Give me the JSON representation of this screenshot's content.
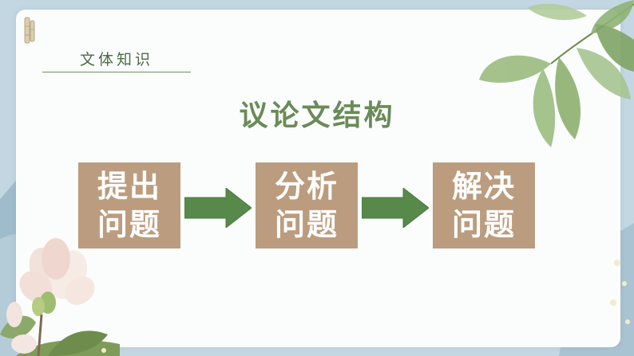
{
  "slide": {
    "section_label": "文体知识",
    "title": "议论文结构"
  },
  "steps": [
    {
      "line1": "提出",
      "line2": "问题"
    },
    {
      "line1": "分析",
      "line2": "问题"
    },
    {
      "line1": "解决",
      "line2": "问题"
    }
  ],
  "colors": {
    "step_fill": "#bb9c7e",
    "arrow_fill": "#56894a",
    "title_text": "#6a8b57",
    "card_background": "#fbfdfd"
  },
  "icons": [
    "bamboo-icon",
    "leaf-branch-icon",
    "magnolia-flower-icon",
    "arrow-right-icon"
  ]
}
